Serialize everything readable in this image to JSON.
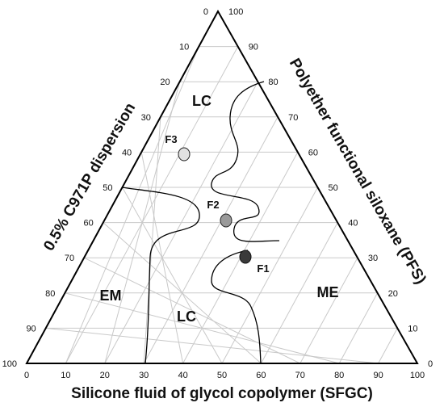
{
  "axes": {
    "bottom": {
      "title": "Silicone fluid of glycol copolymer (SFGC)",
      "ticks": [
        "0",
        "10",
        "20",
        "30",
        "40",
        "50",
        "60",
        "70",
        "80",
        "90",
        "100"
      ]
    },
    "left": {
      "title": "0.5% C971P dispersion",
      "ticks": [
        "0",
        "10",
        "20",
        "30",
        "40",
        "50",
        "60",
        "70",
        "80",
        "90",
        "100"
      ]
    },
    "right": {
      "title": "Polyether functional siloxane (PFS)",
      "ticks": [
        "0",
        "10",
        "20",
        "30",
        "40",
        "50",
        "60",
        "70",
        "80",
        "90",
        "100"
      ]
    }
  },
  "regions": {
    "lc_top": "LC",
    "lc_bottom": "LC",
    "em": "EM",
    "me": "ME"
  },
  "formulations": [
    {
      "label": "F1",
      "color": "#3a3a3a"
    },
    {
      "label": "F2",
      "color": "#9a9a9a"
    },
    {
      "label": "F3",
      "color": "#e2e2e2"
    }
  ],
  "grid": {
    "step": 10,
    "visible": true
  }
}
